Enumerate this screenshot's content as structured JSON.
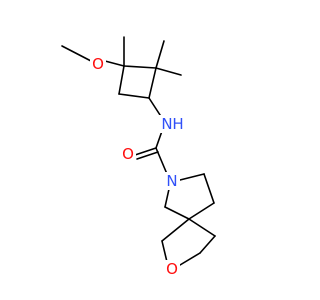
{
  "structure": {
    "atoms": [
      {
        "id": "o_methoxy",
        "label": "O",
        "color": "#FF0D0D"
      },
      {
        "id": "n_amide",
        "label": "N",
        "color": "#3050F8"
      },
      {
        "id": "h_amide",
        "label": "H",
        "color": "#3050F8"
      },
      {
        "id": "o_carbonyl",
        "label": "O",
        "color": "#FF0D0D"
      },
      {
        "id": "n_ring",
        "label": "N",
        "color": "#3050F8"
      },
      {
        "id": "o_ring",
        "label": "O",
        "color": "#FF0D0D"
      }
    ]
  }
}
